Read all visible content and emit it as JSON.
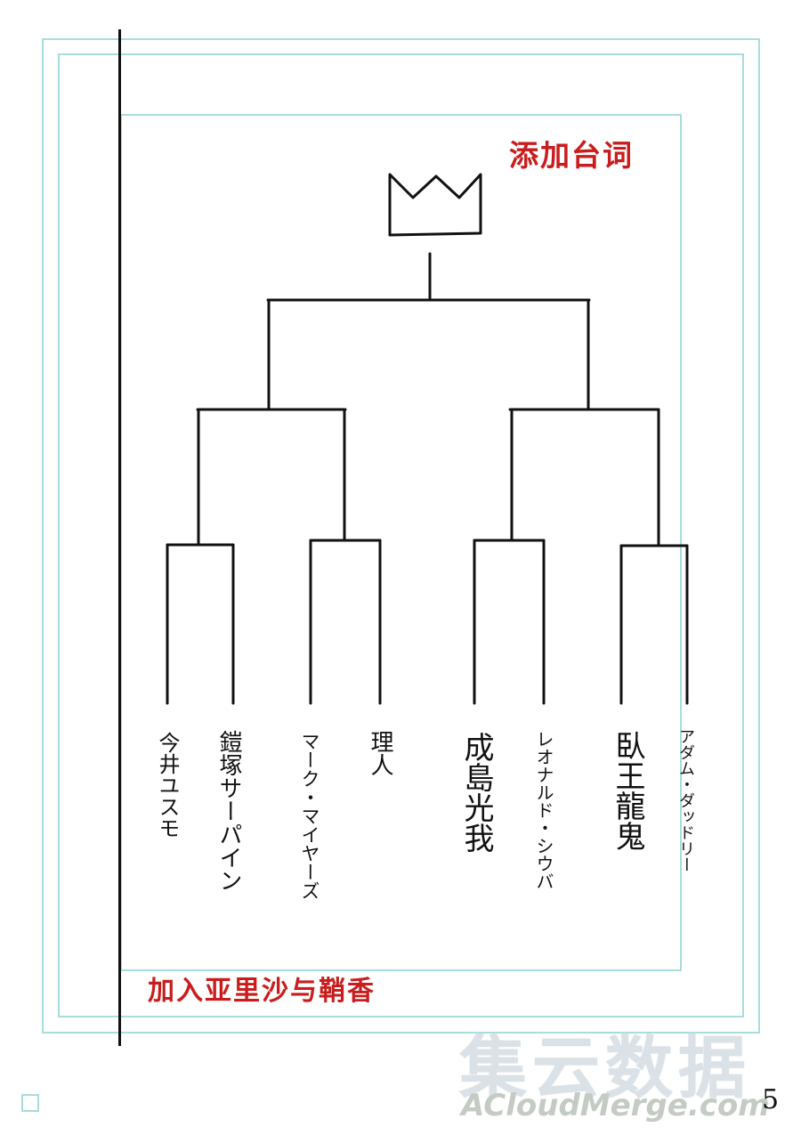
{
  "notes": {
    "top": "添加台词",
    "bottom": "加入亚里沙与鞘香"
  },
  "bracket": {
    "entrants": [
      "今井ユスモ",
      "鎧塚サーパイン",
      "マーク・マイヤーズ",
      "理人",
      "成島光我",
      "レオナルド・シウバ",
      "臥王龍鬼",
      "アダム・ダッドリー"
    ],
    "champion_icon": "crown-icon"
  },
  "watermark": {
    "main": "集云数据",
    "url": "ACloudMerge.com"
  },
  "page_number": "5"
}
